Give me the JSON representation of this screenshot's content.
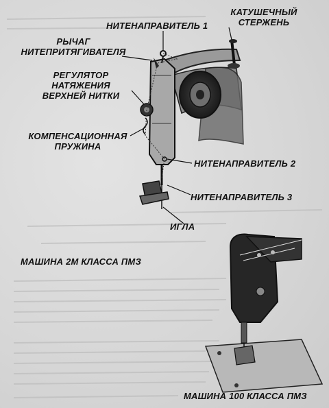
{
  "labels": {
    "spool_pin": "КАТУШЕЧНЫЙ\nСТЕРЖЕНЬ",
    "thread_guide_1": "НИТЕНАПРАВИТЕЛЬ 1",
    "takeup_lever": "РЫЧАГ\nНИТЕПРИТЯГИВАТЕЛЯ",
    "tension_regulator": "РЕГУЛЯТОР\nНАТЯЖЕНИЯ\nВЕРХНЕЙ НИТКИ",
    "compensation_spring": "КОМПЕНСАЦИОННАЯ\nПРУЖИНА",
    "thread_guide_2": "НИТЕНАПРАВИТЕЛЬ 2",
    "thread_guide_3": "НИТЕНАПРАВИТЕЛЬ 3",
    "needle": "ИГЛА"
  },
  "captions": {
    "machine_2m": "МАШИНА 2М КЛАССА ПМЗ",
    "machine_100": "МАШИНА 100 КЛАССА ПМЗ"
  }
}
